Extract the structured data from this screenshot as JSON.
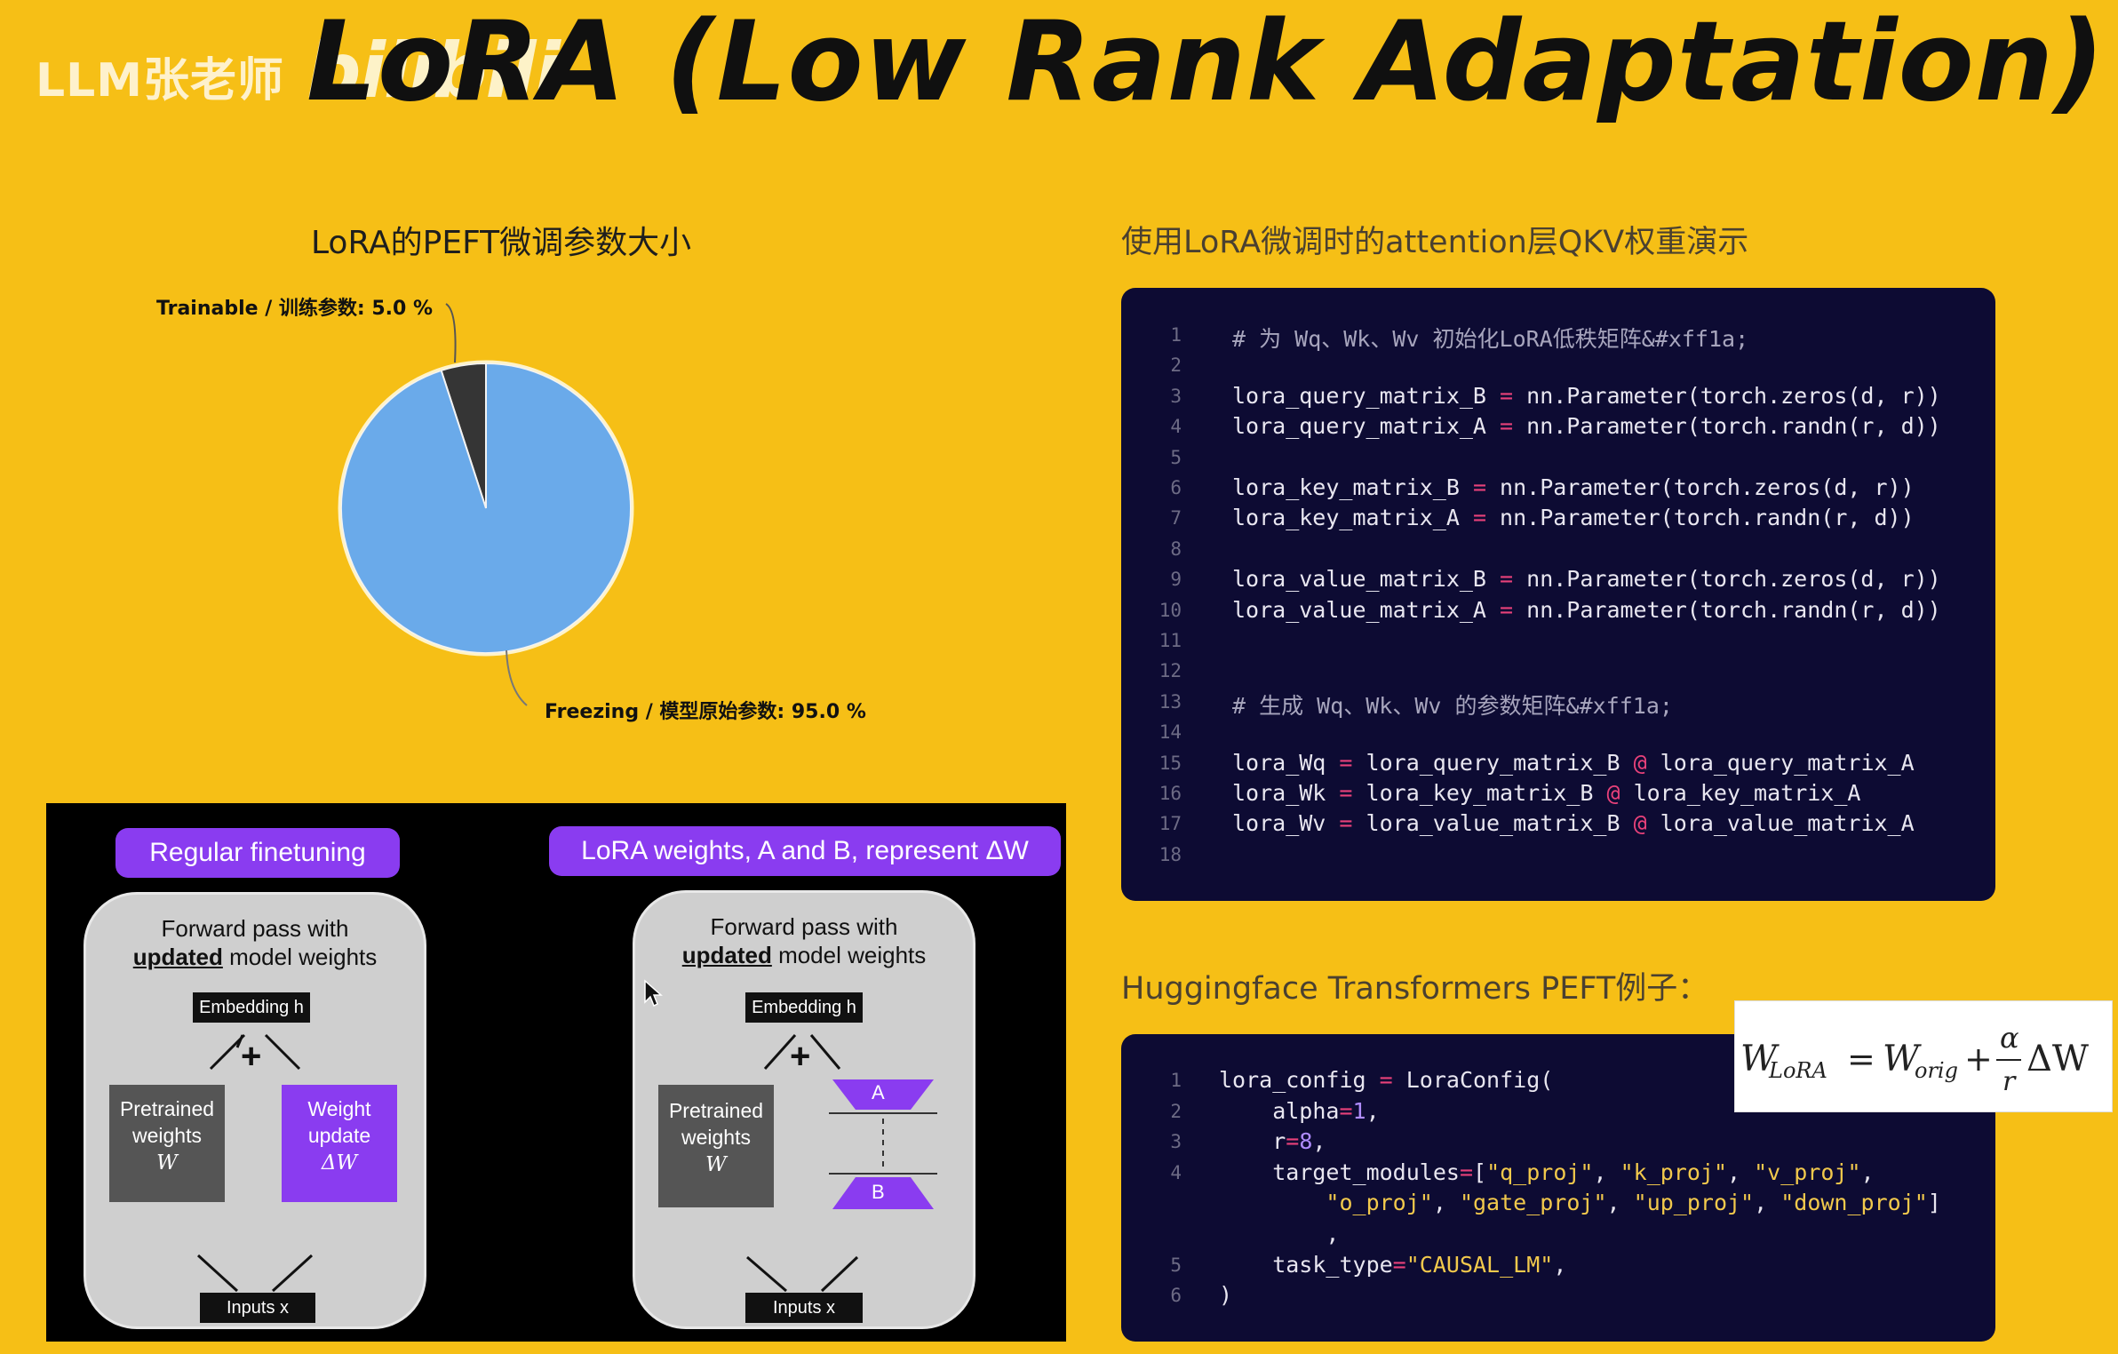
{
  "header": {
    "watermark": "LLM张老师",
    "logo_text": "bilibili",
    "title": "LoRA (Low Rank Adaptation)"
  },
  "pie_section": {
    "title": "LoRA的PEFT微调参数大小"
  },
  "chart_data": {
    "type": "pie",
    "title": "LoRA的PEFT微调参数大小",
    "labels": [
      "Trainable / 训练参数: 5.0 %",
      "Freezing / 模型原始参数: 95.0 %"
    ],
    "values": [
      5.0,
      95.0
    ],
    "colors": [
      "#353535",
      "#6aaaea"
    ]
  },
  "code_section": {
    "title": "使用LoRA微调时的attention层QKV权重演示",
    "lines": [
      {
        "n": "1",
        "t": "# 为 Wq、Wk、Wv 初始化LoRA低秩矩阵&#xff1a;"
      },
      {
        "n": "2",
        "t": ""
      },
      {
        "n": "3",
        "t": "lora_query_matrix_B = nn.Parameter(torch.zeros(d, r))"
      },
      {
        "n": "4",
        "t": "lora_query_matrix_A = nn.Parameter(torch.randn(r, d))"
      },
      {
        "n": "5",
        "t": ""
      },
      {
        "n": "6",
        "t": "lora_key_matrix_B = nn.Parameter(torch.zeros(d, r))"
      },
      {
        "n": "7",
        "t": "lora_key_matrix_A = nn.Parameter(torch.randn(r, d))"
      },
      {
        "n": "8",
        "t": ""
      },
      {
        "n": "9",
        "t": "lora_value_matrix_B = nn.Parameter(torch.zeros(d, r))"
      },
      {
        "n": "10",
        "t": "lora_value_matrix_A = nn.Parameter(torch.randn(r, d))"
      },
      {
        "n": "11",
        "t": ""
      },
      {
        "n": "12",
        "t": ""
      },
      {
        "n": "13",
        "t": "# 生成 Wq、Wk、Wv 的参数矩阵&#xff1a;"
      },
      {
        "n": "14",
        "t": ""
      },
      {
        "n": "15",
        "t": "lora_Wq = lora_query_matrix_B @ lora_query_matrix_A"
      },
      {
        "n": "16",
        "t": "lora_Wk = lora_key_matrix_B @ lora_key_matrix_A"
      },
      {
        "n": "17",
        "t": "lora_Wv = lora_value_matrix_B @ lora_value_matrix_A"
      },
      {
        "n": "18",
        "t": ""
      }
    ]
  },
  "hf_section": {
    "title": "Huggingface Transformers PEFT例子：",
    "lines": [
      {
        "n": "1",
        "t": "lora_config = LoraConfig("
      },
      {
        "n": "2",
        "t": "    alpha=1,"
      },
      {
        "n": "3",
        "t": "    r=8,"
      },
      {
        "n": "4",
        "t": "    target_modules=[\"q_proj\", \"k_proj\", \"v_proj\","
      },
      {
        "n": "",
        "t": "        \"o_proj\", \"gate_proj\", \"up_proj\", \"down_proj\"]"
      },
      {
        "n": "",
        "t": "        ,"
      },
      {
        "n": "5",
        "t": "    task_type=\"CAUSAL_LM\","
      },
      {
        "n": "6",
        "t": ")"
      }
    ]
  },
  "formula": {
    "lhs": "W",
    "lhs_sub": "LoRA",
    "eq": "=",
    "w": "W",
    "w_sub": "orig",
    "plus": "+",
    "num": "α",
    "den": "r",
    "delta": "ΔW"
  },
  "diagram": {
    "left": {
      "pill": "Regular finetuning",
      "head1": "Forward pass with",
      "head_u": "updated",
      "head2": " model weights",
      "embedding": "Embedding h",
      "plus": "+",
      "box1": [
        "Pretrained",
        "weights",
        "W"
      ],
      "box2": [
        "Weight",
        "update",
        "ΔW"
      ],
      "inputs": "Inputs x"
    },
    "right": {
      "pill": "LoRA weights, A and B, represent ΔW",
      "head1": "Forward pass with",
      "head_u": "updated",
      "head2": " model weights",
      "embedding": "Embedding h",
      "plus": "+",
      "box1": [
        "Pretrained",
        "weights",
        "W"
      ],
      "a": "A",
      "b": "B",
      "inputs": "Inputs x"
    }
  }
}
